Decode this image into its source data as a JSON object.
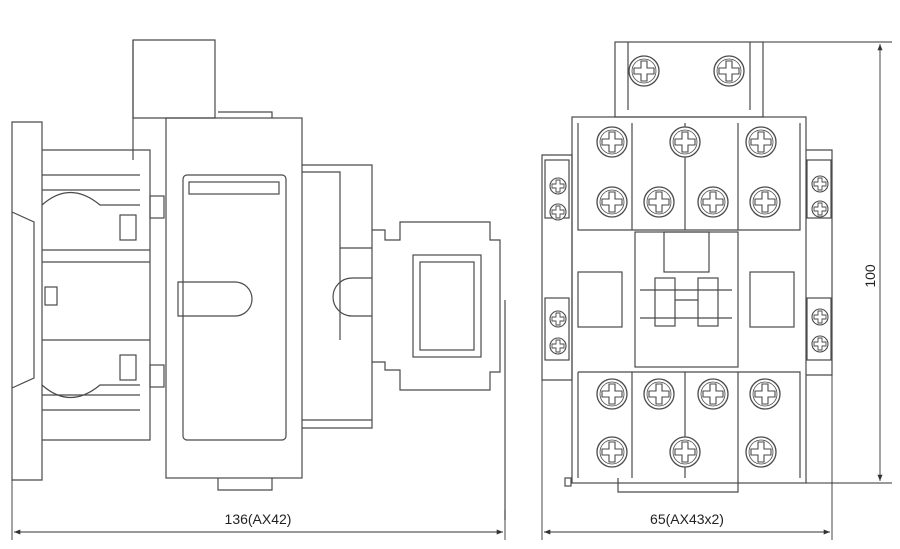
{
  "drawing": {
    "dim_width_side": "136(AX42)",
    "dim_width_front": "65(AX43x2)",
    "dim_height_front": "100"
  }
}
